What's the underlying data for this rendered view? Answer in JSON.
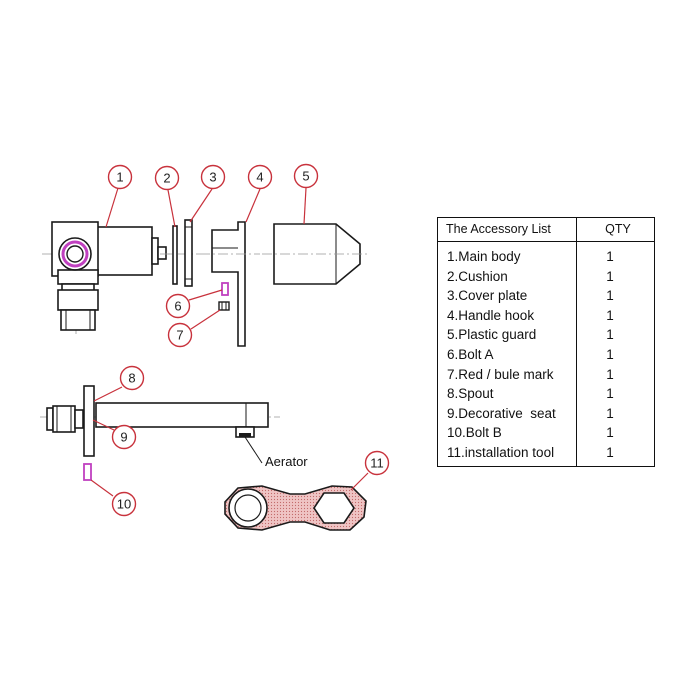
{
  "callouts": {
    "c1": "1",
    "c2": "2",
    "c3": "3",
    "c4": "4",
    "c5": "5",
    "c6": "6",
    "c7": "7",
    "c8": "8",
    "c9": "9",
    "c10": "10",
    "c11": "11"
  },
  "aerator_label": "Aerator",
  "accessory_table": {
    "header_name": "The Accessory List",
    "header_qty": "QTY",
    "rows": [
      {
        "name": "1.Main body",
        "qty": "1"
      },
      {
        "name": "2.Cushion",
        "qty": "1"
      },
      {
        "name": "3.Cover plate",
        "qty": "1"
      },
      {
        "name": "4.Handle hook",
        "qty": "1"
      },
      {
        "name": "5.Plastic guard",
        "qty": "1"
      },
      {
        "name": "6.Bolt A",
        "qty": "1"
      },
      {
        "name": "7.Red / bule mark",
        "qty": "1"
      },
      {
        "name": "8.Spout",
        "qty": "1"
      },
      {
        "name": "9.Decorative  seat",
        "qty": "1"
      },
      {
        "name": "10.Bolt B",
        "qty": "1"
      },
      {
        "name": "11.installation tool",
        "qty": "1"
      }
    ]
  },
  "colors": {
    "callout_red": "#c8323c",
    "accent_magenta": "#c040c0",
    "tool_fill": "#e8b0b0",
    "outline": "#1a1a1a"
  }
}
